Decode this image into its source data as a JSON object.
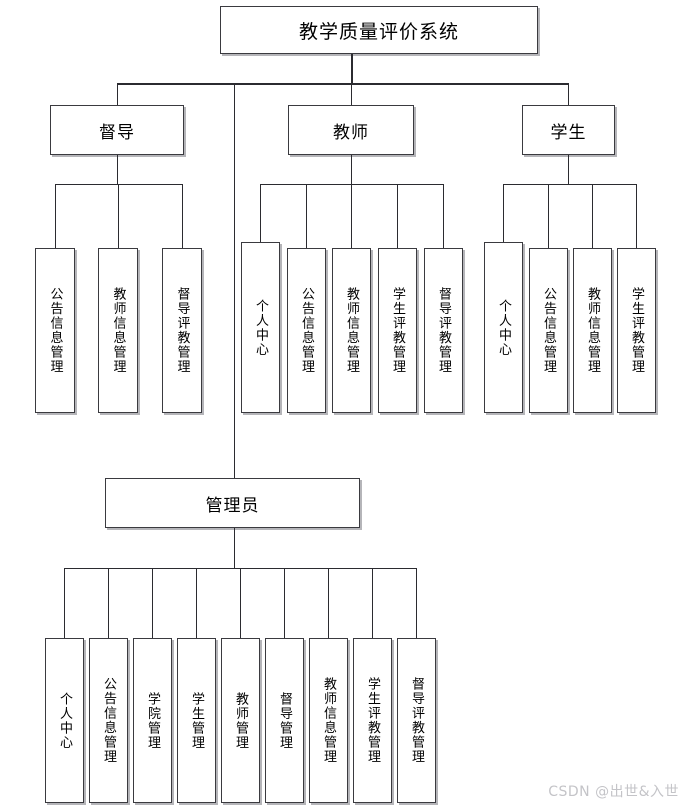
{
  "diagram": {
    "title": "教学质量评价系统",
    "type": "org-chart",
    "root": {
      "label": "教学质量评价系统"
    },
    "branches": [
      {
        "id": "supervisor",
        "label": "督导",
        "children": [
          {
            "label": "公告信息管理"
          },
          {
            "label": "教师信息管理"
          },
          {
            "label": "督导评教管理"
          }
        ]
      },
      {
        "id": "teacher",
        "label": "教师",
        "children": [
          {
            "label": "个人中心"
          },
          {
            "label": "公告信息管理"
          },
          {
            "label": "教师信息管理"
          },
          {
            "label": "学生评教管理"
          },
          {
            "label": "督导评教管理"
          }
        ]
      },
      {
        "id": "student",
        "label": "学生",
        "children": [
          {
            "label": "个人中心"
          },
          {
            "label": "公告信息管理"
          },
          {
            "label": "教师信息管理"
          },
          {
            "label": "学生评教管理"
          }
        ]
      },
      {
        "id": "admin",
        "label": "管理员",
        "children": [
          {
            "label": "个人中心"
          },
          {
            "label": "公告信息管理"
          },
          {
            "label": "学院管理"
          },
          {
            "label": "学生管理"
          },
          {
            "label": "教师管理"
          },
          {
            "label": "督导管理"
          },
          {
            "label": "教师信息管理"
          },
          {
            "label": "学生评教管理"
          },
          {
            "label": "督导评教管理"
          }
        ]
      }
    ]
  },
  "watermark": {
    "text": "CSDN @出世&入世"
  },
  "colors": {
    "line": "#2b2b30",
    "border": "#3a3a3f",
    "shadow": "#787880",
    "background": "#ffffff",
    "watermark": "#c4c4c8"
  }
}
